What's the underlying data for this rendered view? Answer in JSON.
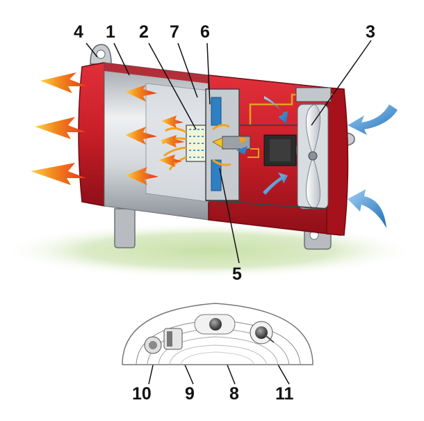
{
  "labels": {
    "n1": "1",
    "n2": "2",
    "n3": "3",
    "n4": "4",
    "n5": "5",
    "n6": "6",
    "n7": "7",
    "n8": "8",
    "n9": "9",
    "n10": "10",
    "n11": "11"
  },
  "colors": {
    "housing_red": "#cc1f2a",
    "housing_dark_red": "#8e0f18",
    "chamber_silver": "#c9cdd2",
    "flame_orange": "#f08a1c",
    "air_blue": "#2f7fc4",
    "ground_green": "#cfe3b3"
  },
  "icons": [
    "hot-air-arrow-icon",
    "cold-air-arrow-icon",
    "fan-icon",
    "motor-icon",
    "burner-icon",
    "nozzle-icon"
  ]
}
